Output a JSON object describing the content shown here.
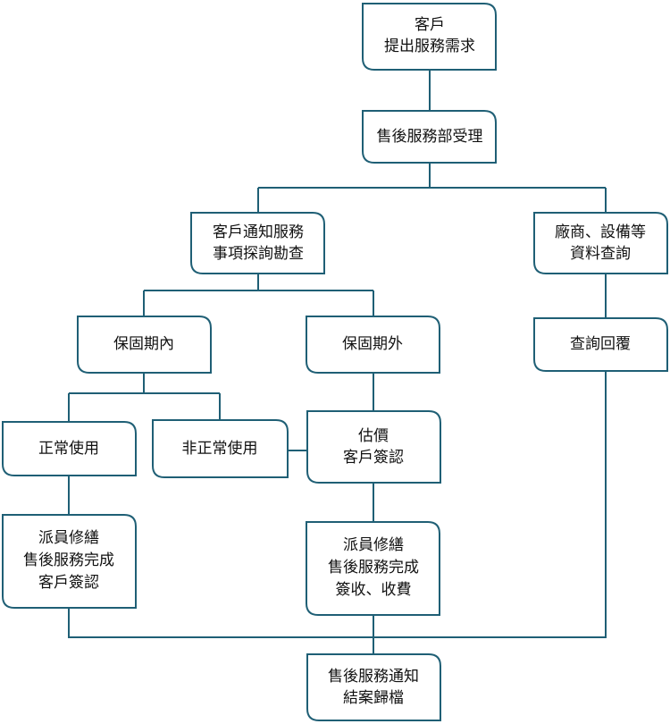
{
  "nodes": {
    "customer_request": {
      "lines": [
        "客戶",
        "提出服務需求"
      ]
    },
    "after_sales_accept": {
      "lines": [
        "售後服務部受理"
      ]
    },
    "notify_inspection": {
      "lines": [
        "客戶通知服務",
        "事項探詢勘查"
      ]
    },
    "vendor_equipment_query": {
      "lines": [
        "廠商、設備等",
        "資料查詢"
      ]
    },
    "within_warranty": {
      "lines": [
        "保固期內"
      ]
    },
    "outside_warranty": {
      "lines": [
        "保固期外"
      ]
    },
    "query_reply": {
      "lines": [
        "查詢回覆"
      ]
    },
    "normal_use": {
      "lines": [
        "正常使用"
      ]
    },
    "abnormal_use": {
      "lines": [
        "非正常使用"
      ]
    },
    "quote_sign": {
      "lines": [
        "估價",
        "客戶簽認"
      ]
    },
    "dispatch_complete_sign": {
      "lines": [
        "派員修繕",
        "售後服務完成",
        "客戶簽認"
      ]
    },
    "dispatch_complete_collect": {
      "lines": [
        "派員修繕",
        "售後服務完成",
        "簽收、收費"
      ]
    },
    "notify_close": {
      "lines": [
        "售後服務通知",
        "結案歸檔"
      ]
    }
  },
  "colors": {
    "border": "#1f5f75",
    "fill": "#ffffff",
    "text": "#111111"
  }
}
